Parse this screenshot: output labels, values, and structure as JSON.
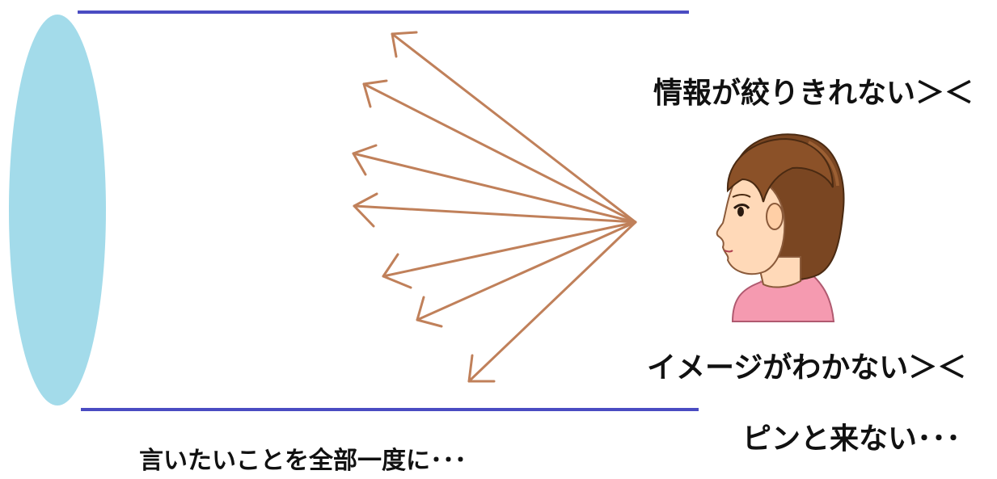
{
  "labels": {
    "info_overload": "情報が絞りきれない＞＜",
    "no_image": "イメージがわかない＞＜",
    "not_clicking": "ピンと来ない･･･",
    "say_everything": "言いたいことを全部一度に･･･"
  },
  "colors": {
    "lens_fill": "#a3dbea",
    "border_line": "#4a4cc2",
    "arrow": "#c0805a",
    "hair": "#7a4622",
    "skin": "#ffd9b8",
    "shirt": "#f59ab0"
  },
  "icons": {
    "person": "woman-profile-icon"
  }
}
